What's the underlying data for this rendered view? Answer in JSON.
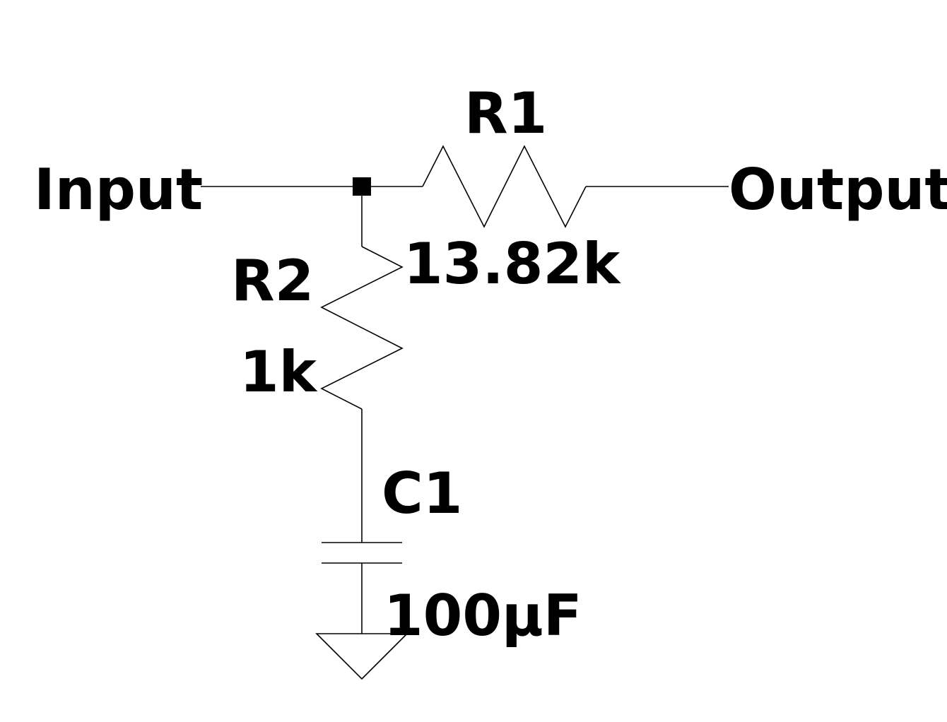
{
  "schematic": {
    "ports": {
      "input": "Input",
      "output": "Output"
    },
    "components": {
      "r1": {
        "designator": "R1",
        "value": "13.82k"
      },
      "r2": {
        "designator": "R2",
        "value": "1k"
      },
      "c1": {
        "designator": "C1",
        "value": "100µF"
      }
    },
    "symbols": {
      "junction": "junction-dot",
      "ground": "ground-symbol"
    }
  }
}
